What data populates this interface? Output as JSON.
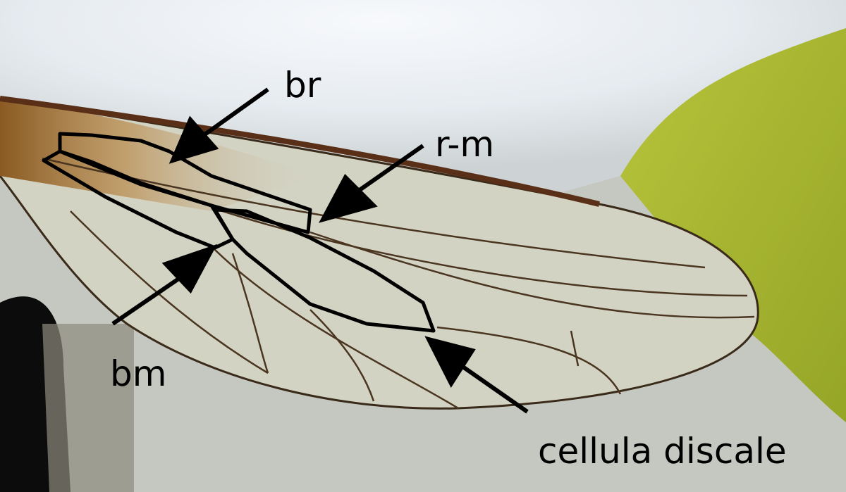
{
  "labels": {
    "br": "br",
    "rm": "r-m",
    "bm": "bm",
    "discal": "cellula discale"
  },
  "colors": {
    "flower": "#eef2f6",
    "leaf": "#a8b830",
    "wing_membrane": "#cfd0c2",
    "vein": "#4a3520",
    "costa": "#8a5a2a",
    "outline": "#000000"
  }
}
